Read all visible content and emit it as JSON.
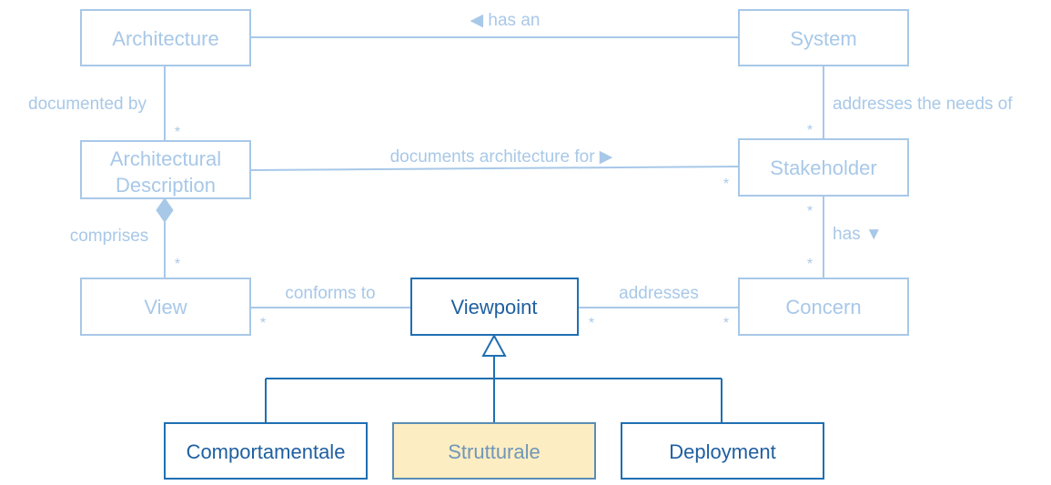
{
  "nodes": {
    "architecture": "Architecture",
    "system": "System",
    "architectural_description_line1": "Architectural",
    "architectural_description_line2": "Description",
    "stakeholder": "Stakeholder",
    "view": "View",
    "viewpoint": "Viewpoint",
    "concern": "Concern",
    "comportamentale": "Comportamentale",
    "strutturale": "Strutturale",
    "deployment": "Deployment"
  },
  "labels": {
    "has_an": "◀ has an",
    "documented_by": "documented by",
    "addresses_needs_of": "addresses the needs of",
    "documents_architecture_for": "documents architecture for ▶",
    "comprises": "comprises",
    "has": "has ▼",
    "conforms_to": "conforms to",
    "addresses": "addresses"
  },
  "multiplicity": "*",
  "colors": {
    "faded": "#a8c8e8",
    "strong": "#1f6fb2",
    "highlight_fill": "#fdedc2"
  }
}
